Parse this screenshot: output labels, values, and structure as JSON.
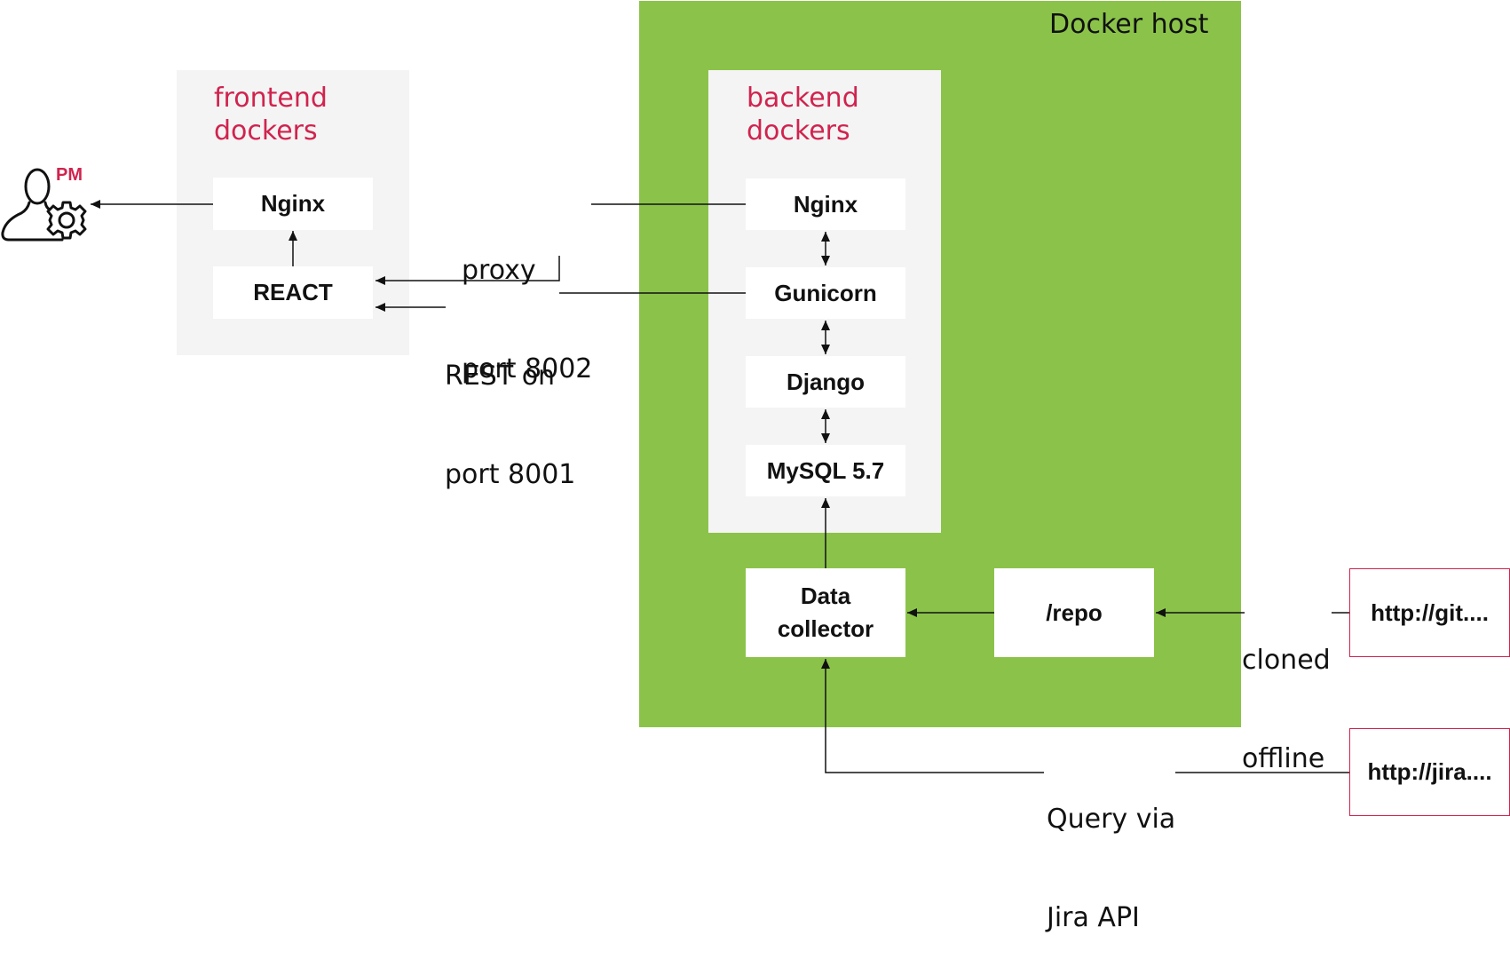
{
  "docker_host": {
    "label": "Docker host"
  },
  "frontend": {
    "title_line1": "frontend",
    "title_line2": "dockers",
    "nginx": "Nginx",
    "react": "REACT"
  },
  "backend": {
    "title_line1": "backend",
    "title_line2": "dockers",
    "nginx": "Nginx",
    "gunicorn": "Gunicorn",
    "django": "Django",
    "mysql": "MySQL 5.7"
  },
  "data_collector": {
    "line1": "Data",
    "line2": "collector"
  },
  "repo": "/repo",
  "external": {
    "git": "http://git....",
    "jira": "http://jira...."
  },
  "user": {
    "label": "PM"
  },
  "edge_labels": {
    "proxy_line1": "proxy",
    "proxy_line2": "port 8002",
    "rest_line1": "REST on",
    "rest_line2": "port 8001",
    "cloned_line1": "cloned",
    "cloned_line2": "offline",
    "query_line1": "Query via",
    "query_line2": "Jira API"
  },
  "colors": {
    "docker_host": "#8bc34a",
    "panel": "#f4f4f4",
    "accent": "#d0234e"
  }
}
